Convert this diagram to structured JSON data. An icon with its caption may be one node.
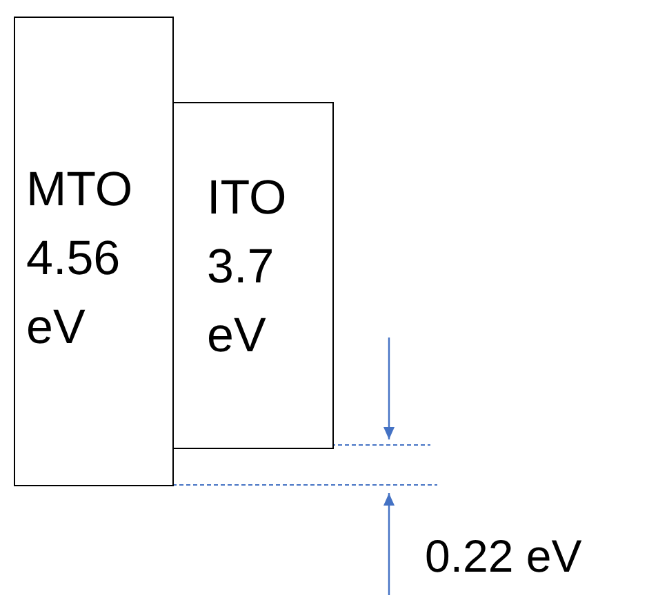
{
  "diagram": {
    "nodes": [
      {
        "text": [
          "MTO 4.56 eV"
        ]
      },
      {
        "text": [
          "ITO 3.7 eV"
        ]
      }
    ],
    "labels": [
      "0.22 eV"
    ]
  }
}
